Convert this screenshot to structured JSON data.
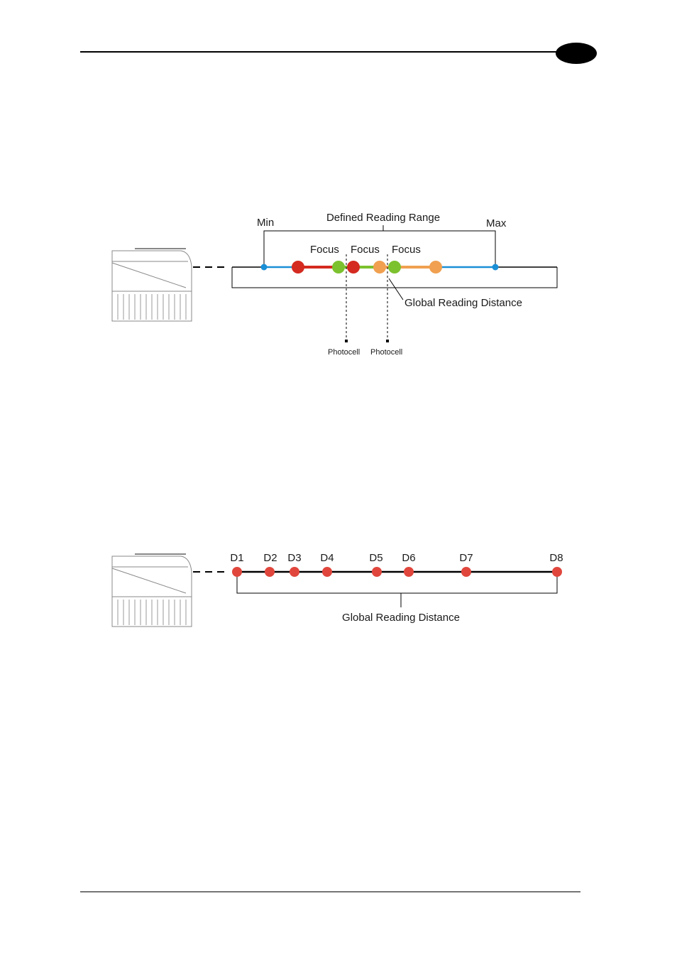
{
  "diagram1": {
    "title": "Defined Reading Range",
    "min_label": "Min",
    "max_label": "Max",
    "focus_labels": [
      "Focus",
      "Focus",
      "Focus"
    ],
    "global_label": "Global Reading Distance",
    "photocell_labels": [
      "Photocell",
      "Photocell"
    ],
    "colors": {
      "range_marker": "#1a8fd6",
      "focus1": "#d42a20",
      "focus2": "#7cc12e",
      "focus3": "#f0a050"
    }
  },
  "diagram2": {
    "distance_labels": [
      "D1",
      "D2",
      "D3",
      "D4",
      "D5",
      "D6",
      "D7",
      "D8"
    ],
    "global_label": "Global Reading Distance",
    "colors": {
      "point": "#e0463c"
    }
  }
}
